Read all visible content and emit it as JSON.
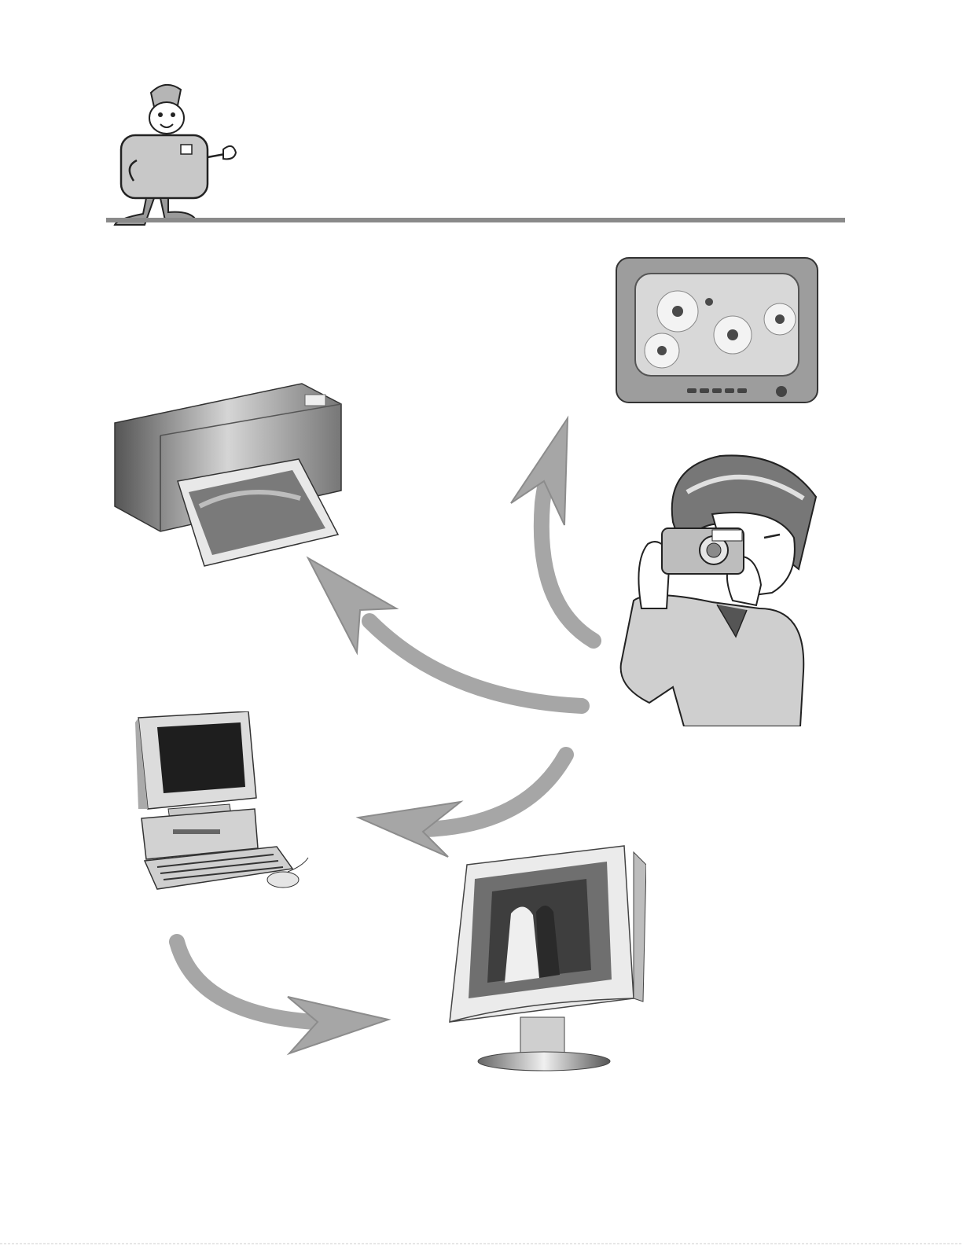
{
  "page": {
    "colors": {
      "background": "#ffffff",
      "rule": "#8a8a8a",
      "arrow": "#a6a6a6",
      "device_dark": "#3a3a3a",
      "device_mid": "#9a9a9a",
      "device_light": "#d9d9d9"
    }
  },
  "illustrations": [
    {
      "name": "mascot-camera-character",
      "icon": "camera-mascot-icon"
    },
    {
      "name": "television",
      "icon": "tv-icon"
    },
    {
      "name": "inkjet-printer",
      "icon": "printer-icon"
    },
    {
      "name": "person-with-camera",
      "icon": "photographer-icon"
    },
    {
      "name": "desktop-computer",
      "icon": "computer-icon"
    },
    {
      "name": "flat-panel-monitor",
      "icon": "monitor-icon"
    }
  ]
}
